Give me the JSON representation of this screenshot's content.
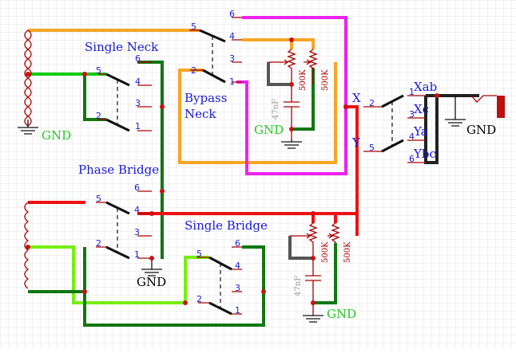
{
  "labels": {
    "single_neck": "Single Neck",
    "bypass_neck_1": "Bypass",
    "bypass_neck_2": "Neck",
    "phase_bridge": "Phase Bridge",
    "single_bridge": "Single Bridge",
    "x": "X",
    "y": "Y",
    "xab": "Xab",
    "xc": "Xc",
    "ya": "Ya",
    "ybc": "Ybc"
  },
  "gnd_labels": [
    "GND",
    "GND",
    "GND",
    "GND",
    "GND"
  ],
  "pot_values": [
    "500K",
    "500K",
    "500K",
    "500K"
  ],
  "cap_values": [
    "47nF",
    "47nF"
  ],
  "pins": {
    "sn": [
      "5",
      "6",
      "4",
      "3",
      "2",
      "1"
    ],
    "bp": [
      "5",
      "6",
      "4",
      "3",
      "2",
      "1"
    ],
    "pb": [
      "5",
      "6",
      "4",
      "3",
      "2",
      "1"
    ],
    "sb": [
      "5",
      "6",
      "4",
      "3",
      "2",
      "1"
    ],
    "sel": [
      "2",
      "1",
      "3",
      "4",
      "5",
      "6"
    ]
  },
  "colors": {
    "grid": "#e3e3e3",
    "wire_red_schematic": "#aa0000",
    "wire_orange": "#f5a623",
    "wire_magenta": "#ee22ee",
    "wire_green_dark": "#117711",
    "wire_green_bright": "#11cc11",
    "wire_green_light": "#77ee11",
    "wire_red": "#ee1111",
    "wire_black": "#222222",
    "label_blue": "#1a1ad6",
    "label_green": "#22cc22"
  }
}
